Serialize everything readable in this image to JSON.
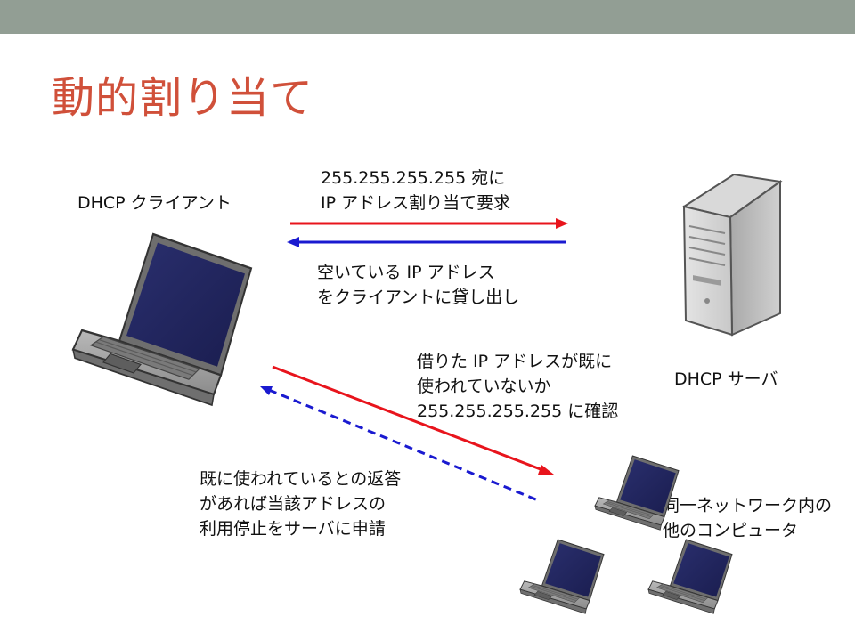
{
  "slide": {
    "title": "動的割り当て"
  },
  "nodes": {
    "client": "DHCP クライアント",
    "server": "DHCP サーバ",
    "others": [
      "同一ネットワーク内の",
      "他のコンピュータ"
    ]
  },
  "messages": {
    "request": [
      "255.255.255.255 宛に",
      "IP アドレス割り当て要求"
    ],
    "offer": [
      "空いている IP アドレス",
      "をクライアントに貸し出し"
    ],
    "check": [
      "借りた IP アドレスが既に",
      "使われていないか",
      "255.255.255.255 に確認"
    ],
    "reply": [
      "既に使われているとの返答",
      "があれば当該アドレスの",
      "利用停止をサーバに申請"
    ]
  },
  "colors": {
    "title": "#d0503a",
    "band": "#929e94",
    "request_arrow": "#e8141c",
    "offer_arrow": "#1a1ad0"
  }
}
